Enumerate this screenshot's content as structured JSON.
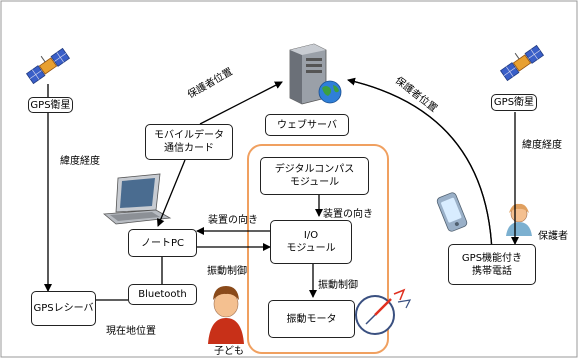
{
  "nodes": {
    "gps_sat_left": "GPS衛星",
    "gps_sat_right": "GPS衛星",
    "mobile_card_l1": "モバイルデータ",
    "mobile_card_l2": "通信カード",
    "web_server": "ウェブサーバ",
    "compass_l1": "デジタルコンパス",
    "compass_l2": "モジュール",
    "laptop": "ノートPC",
    "io_l1": "I/O",
    "io_l2": "モジュール",
    "bluetooth": "Bluetooth",
    "gps_receiver": "GPSレシーバ",
    "motor": "振動モータ",
    "phone_l1": "GPS機能付き",
    "phone_l2": "携帯電話"
  },
  "labels": {
    "latlon_left": "緯度経度",
    "latlon_right": "緯度経度",
    "guardian_pos_left": "保護者位置",
    "guardian_pos_right": "保護者位置",
    "device_dir_laptop": "装置の向き",
    "device_dir_compass": "装置の向き",
    "vib_control_laptop": "振動制御",
    "vib_control_io": "振動制御",
    "current_pos": "現在地位置",
    "guardian": "保護者",
    "child": "子ども"
  },
  "colors": {
    "orange_group": "#f0a060",
    "satellite_body": "#e8a030",
    "satellite_panel": "#3a5fc8",
    "child_shirt": "#c83018",
    "compass_red": "#e03020"
  }
}
